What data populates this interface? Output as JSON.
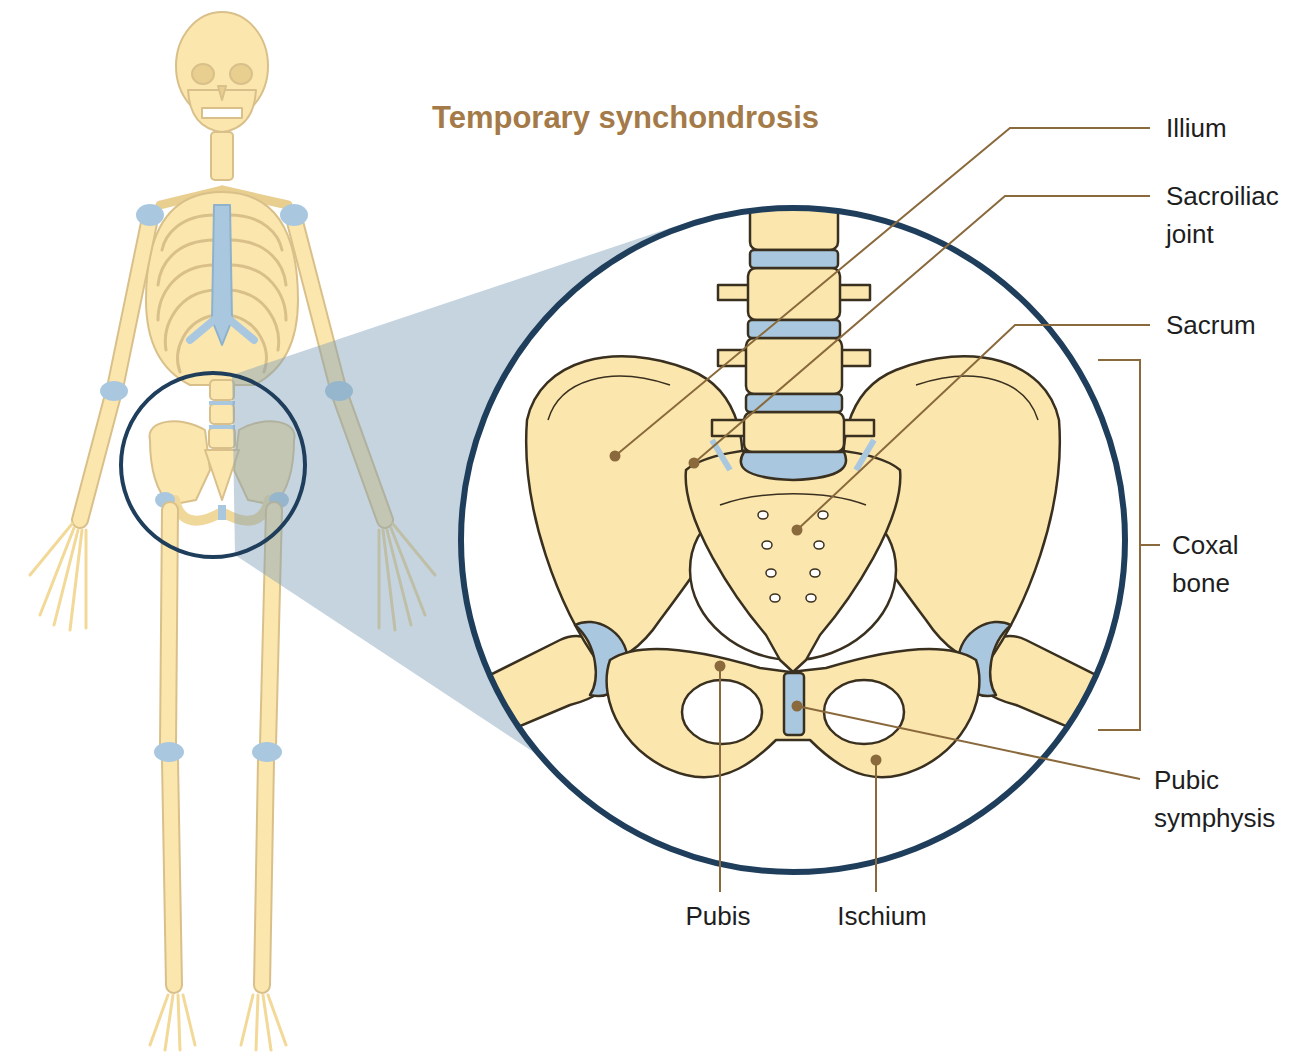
{
  "diagram": {
    "title": "Temporary synchondrosis",
    "labels": [
      "Illium",
      "Sacroiliac joint",
      "Sacrum",
      "Coxal bone",
      "Pubic symphysis",
      "Pubis",
      "Ischium"
    ]
  }
}
